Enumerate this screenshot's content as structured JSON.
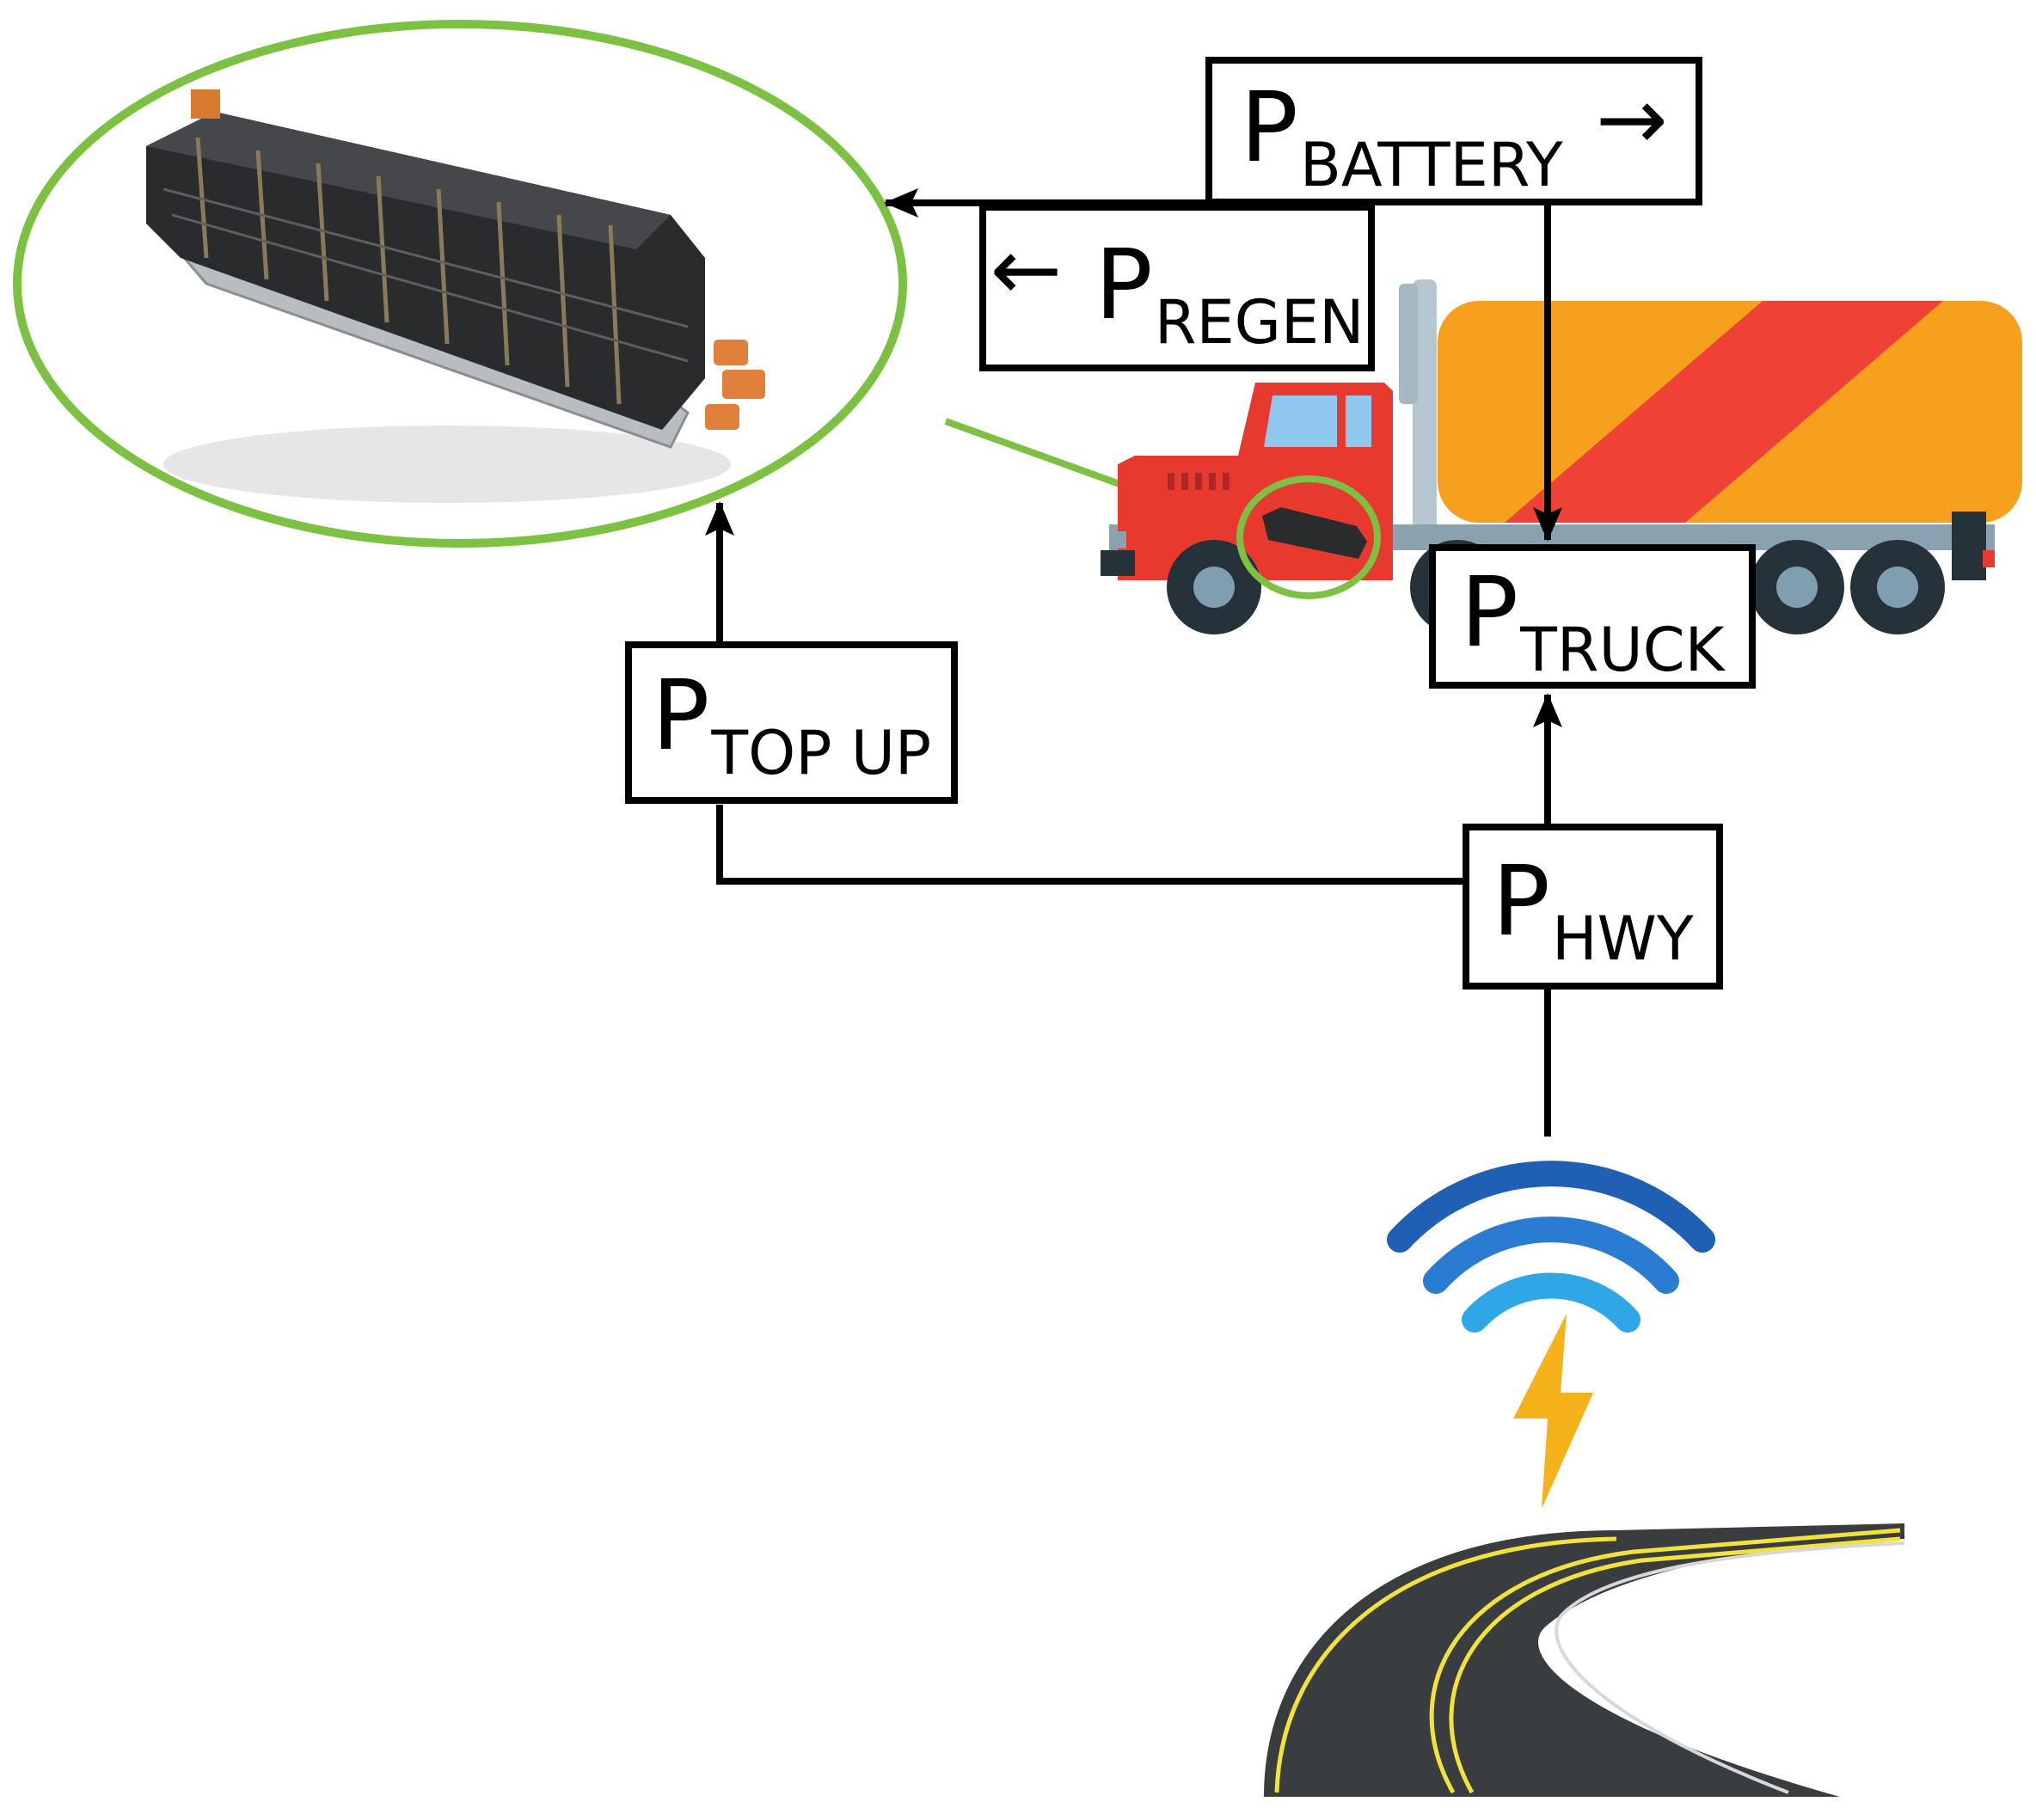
{
  "labels": {
    "battery": {
      "main": "P",
      "sub": "BATTERY",
      "arrow": "→"
    },
    "regen": {
      "main": "P",
      "sub": "REGEN",
      "arrow": "←"
    },
    "truck": {
      "main": "P",
      "sub": "TRUCK"
    },
    "topup": {
      "main": "P",
      "sub": "TOP UP"
    },
    "hwy": {
      "main": "P",
      "sub": "HWY"
    }
  },
  "colors": {
    "line": "#000000",
    "highlight_ring": "#7dc142",
    "truck_cab": "#e8392f",
    "tank_orange": "#f7a01d",
    "tank_stripe": "#ef4136",
    "window": "#8ec8ee",
    "wheel": "#26323a",
    "hub": "#7f9fb0",
    "signal_dark": "#1f5fb4",
    "signal_mid": "#2a7cd2",
    "signal_light": "#2fa6e6",
    "bolt": "#f6b21b",
    "road": "#3a3d40",
    "road_line": "#f2e33a"
  },
  "icons": [
    "battery-pack-image",
    "tanker-truck-image",
    "wireless-signal-icon",
    "lightning-bolt-icon",
    "curved-road-image"
  ]
}
